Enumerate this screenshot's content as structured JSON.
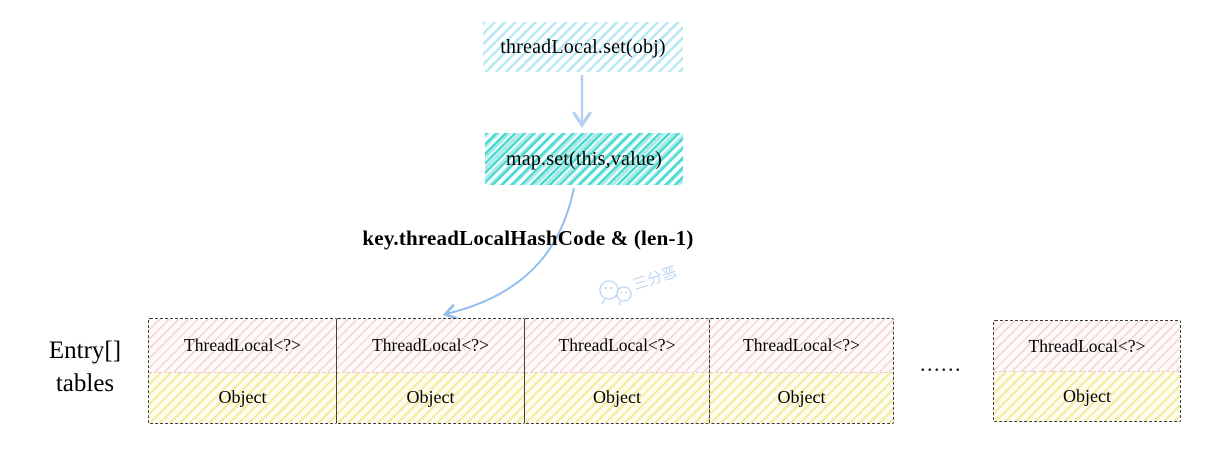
{
  "flow": {
    "step1": "threadLocal.set(obj)",
    "step2": "map.set(this,value)",
    "hash_label": "key.threadLocalHashCode & (len-1)"
  },
  "array_label": {
    "line1": "Entry[]",
    "line2": "tables"
  },
  "ellipsis": "......",
  "cells": [
    {
      "key": "ThreadLocal<?>",
      "value": "Object"
    },
    {
      "key": "ThreadLocal<?>",
      "value": "Object"
    },
    {
      "key": "ThreadLocal<?>",
      "value": "Object"
    },
    {
      "key": "ThreadLocal<?>",
      "value": "Object"
    },
    {
      "key": "ThreadLocal<?>",
      "value": "Object"
    }
  ],
  "watermark": {
    "text": "三分恶"
  },
  "colors": {
    "step1_hatch": "#b9eaf3",
    "step2_hatch": "#4fd8d0",
    "key_hatch": "#f7d8d8",
    "value_hatch": "#f4eda4",
    "arrow_blue": "#a9cbf1",
    "cell_border": "#3c3c3c",
    "watermark_blue": "#b9d6f4",
    "text": "#000000"
  }
}
